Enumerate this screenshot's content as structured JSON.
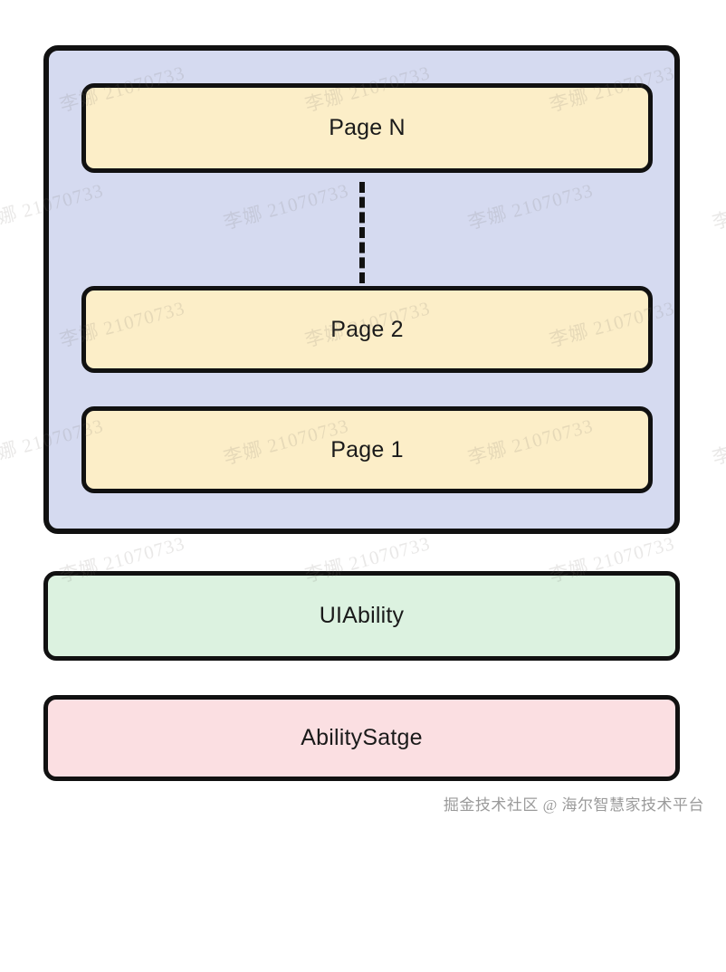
{
  "diagram": {
    "type": "layered-architecture",
    "title": "",
    "pages_container": {
      "name": "pages-stack",
      "fill_color": "#d5daf0",
      "border_color": "#111111",
      "pages": [
        {
          "label": "Page N"
        },
        {
          "label": "Page 2"
        },
        {
          "label": "Page 1"
        }
      ],
      "connector": {
        "style": "dashed",
        "between": [
          "Page N",
          "Page 2"
        ]
      }
    },
    "layers": [
      {
        "label": "UIAbility",
        "fill_color": "#dcf2e0",
        "border_color": "#111111"
      },
      {
        "label": "AbilitySatge",
        "fill_color": "#fbdfe2",
        "border_color": "#111111"
      }
    ]
  },
  "overlay": {
    "watermark_text": "李娜 21070733",
    "watermark_color": "#786e69",
    "attribution": "掘金技术社区 @ 海尔智慧家技术平台",
    "attribution_color": "#9a9a9a"
  }
}
